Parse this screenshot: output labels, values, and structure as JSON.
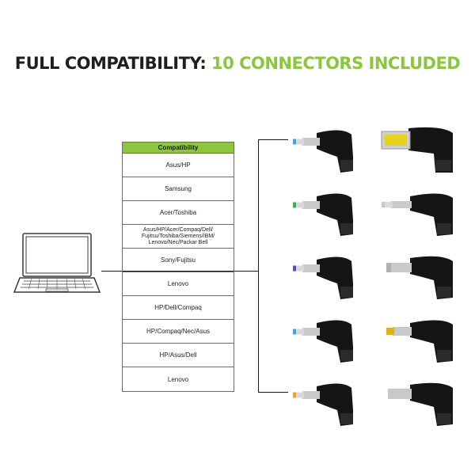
{
  "headline": {
    "part1": "FULL COMPATIBILITY:",
    "part2": "10 CONNECTORS INCLUDED"
  },
  "table": {
    "header": "Compatibility",
    "rows": [
      {
        "label": "Asus/HP"
      },
      {
        "label": "Samsung"
      },
      {
        "label": "Acer/Toshiba"
      },
      {
        "label": "Asus/HP/Acer/Compaq/Dell/ Fujitsu/Toshiba/Siemens/IBM/ Lenovo/Nec/Packar Bell"
      },
      {
        "label": "Sony/Fujitsu"
      },
      {
        "label": "Lenovo"
      },
      {
        "label": "HP/Dell/Compaq"
      },
      {
        "label": "HP/Compaq/Nec/Asus"
      },
      {
        "label": "HP/Asus/Dell"
      },
      {
        "label": "Lenovo"
      }
    ]
  },
  "colors": {
    "accent": "#8cc63f",
    "text_dark": "#1e1e1e",
    "connector_body": "#151515",
    "tip_metal": "#c9c9c9"
  },
  "connectors": [
    {
      "icon": "round-tip-connector-icon",
      "tip_color": "#3fa9e0"
    },
    {
      "icon": "rectangular-tip-connector-icon",
      "tip_color": "#e6d21c"
    },
    {
      "icon": "round-tip-connector-icon",
      "tip_color": "#3cb04a"
    },
    {
      "icon": "round-tip-connector-icon",
      "tip_color": "#c8c8c8"
    },
    {
      "icon": "round-tip-connector-icon",
      "tip_color": "#5b4bb8"
    },
    {
      "icon": "round-tip-connector-icon",
      "tip_color": "#b0b0b0"
    },
    {
      "icon": "round-tip-connector-icon",
      "tip_color": "#3fa9e0"
    },
    {
      "icon": "round-tip-connector-icon",
      "tip_color": "#e3b11b"
    },
    {
      "icon": "round-tip-connector-icon",
      "tip_color": "#f0a030"
    },
    {
      "icon": "round-tip-connector-icon",
      "tip_color": "#c8c8c8"
    }
  ]
}
